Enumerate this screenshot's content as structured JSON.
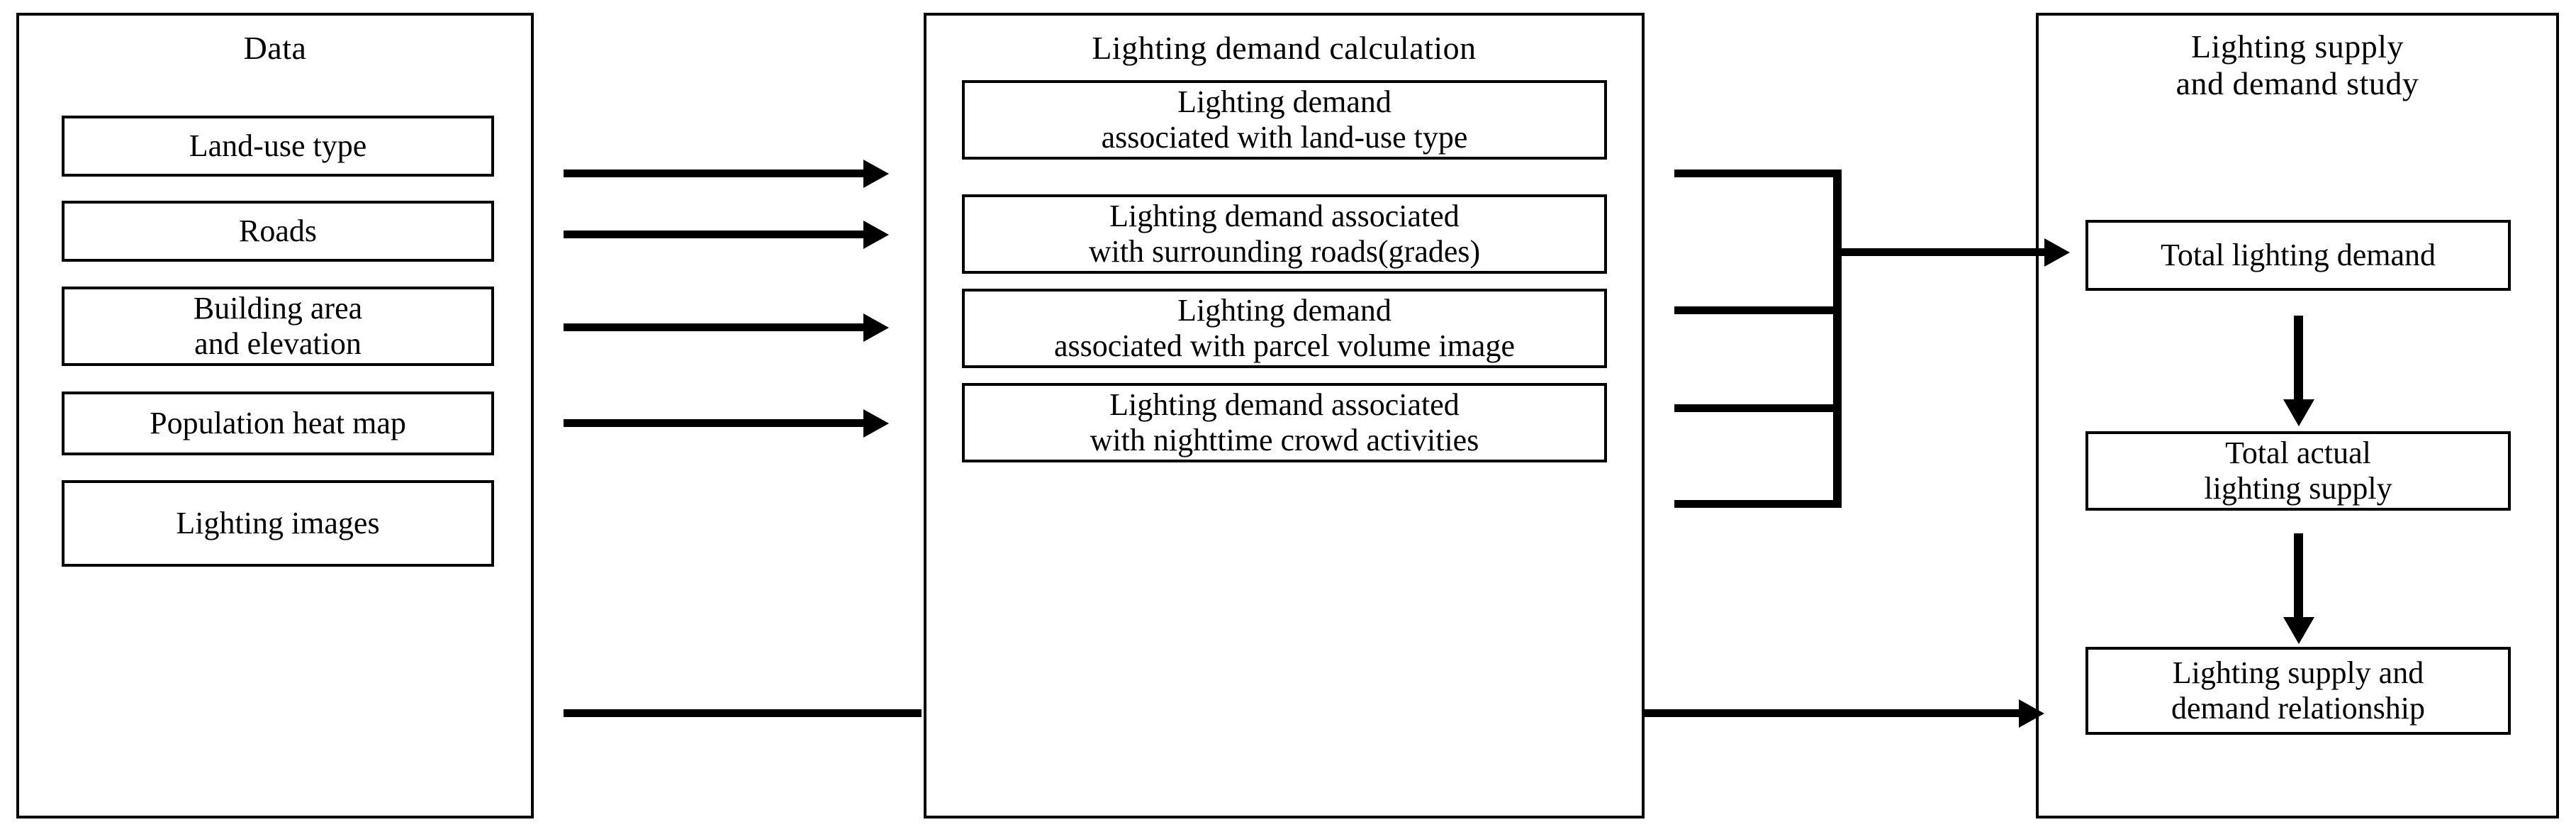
{
  "diagram": {
    "title_visible": false,
    "stroke_color": "#000000",
    "background_color": "#ffffff"
  },
  "panels": {
    "data": {
      "title": "Data",
      "items": [
        {
          "label": "Land-use type"
        },
        {
          "label": "Roads"
        },
        {
          "label": "Building area\nand elevation"
        },
        {
          "label": "Population heat map"
        },
        {
          "label": "Lighting images"
        }
      ]
    },
    "calculation": {
      "title": "Lighting demand calculation",
      "items": [
        {
          "label": "Lighting demand\nassociated with  land-use type"
        },
        {
          "label": "Lighting demand associated\nwith surrounding roads(grades)"
        },
        {
          "label": "Lighting demand\nassociated with parcel volume image"
        },
        {
          "label": "Lighting demand associated\nwith nighttime crowd activities"
        }
      ]
    },
    "study": {
      "title": "Lighting supply\nand demand study",
      "items": [
        {
          "label": "Total lighting demand"
        },
        {
          "label": "Total actual\nlighting supply"
        },
        {
          "label": "Lighting supply and\ndemand relationship"
        }
      ]
    }
  },
  "connectors": {
    "data_to_calculation": [
      {
        "from": "Land-use type",
        "to": "Lighting demand associated with  land-use type"
      },
      {
        "from": "Roads",
        "to": "Lighting demand associated with surrounding roads(grades)"
      },
      {
        "from": "Building area and elevation",
        "to": "Lighting demand associated with parcel volume image"
      },
      {
        "from": "Population heat map",
        "to": "Lighting demand associated with nighttime crowd activities"
      },
      {
        "from": "Lighting images",
        "to": "Lighting supply and demand relationship"
      }
    ],
    "calculation_merge": {
      "description": "Four lighting demand outputs merge into one bracket feeding Total lighting demand"
    },
    "study_chain": [
      {
        "from": "Total lighting demand",
        "to": "Total actual lighting supply"
      },
      {
        "from": "Total actual lighting supply",
        "to": "Lighting supply and demand relationship"
      }
    ]
  }
}
